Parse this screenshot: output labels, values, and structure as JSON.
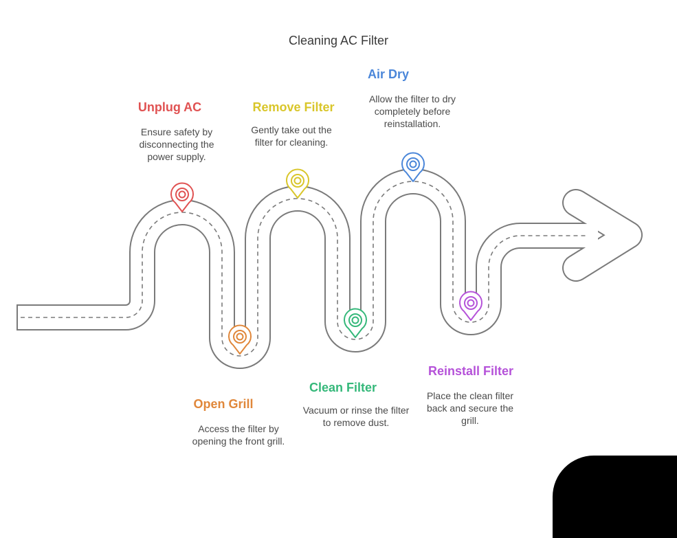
{
  "title": "Cleaning AC Filter",
  "colors": {
    "road_stroke": "#7a7a7a",
    "unplug": "#e05252",
    "grill": "#e0873a",
    "remove": "#d9c62a",
    "clean": "#35b87a",
    "dry": "#4a86d9",
    "reinstall": "#b552d9"
  },
  "steps": [
    {
      "id": "unplug",
      "title": "Unplug AC",
      "description": "Ensure safety by disconnecting the power supply.",
      "color": "#e05252",
      "icon": "map-pin-icon"
    },
    {
      "id": "grill",
      "title": "Open Grill",
      "description": "Access the filter by opening the front grill.",
      "color": "#e0873a",
      "icon": "map-pin-icon"
    },
    {
      "id": "remove",
      "title": "Remove Filter",
      "description": "Gently take out the filter for cleaning.",
      "color": "#d9c62a",
      "icon": "map-pin-icon"
    },
    {
      "id": "clean",
      "title": "Clean Filter",
      "description": "Vacuum or rinse the filter to remove dust.",
      "color": "#35b87a",
      "icon": "map-pin-icon"
    },
    {
      "id": "dry",
      "title": "Air Dry",
      "description": "Allow the filter to dry completely before reinstallation.",
      "color": "#4a86d9",
      "icon": "map-pin-icon"
    },
    {
      "id": "reinstall",
      "title": "Reinstall Filter",
      "description": "Place the clean filter back and secure the grill.",
      "color": "#b552d9",
      "icon": "map-pin-icon"
    }
  ]
}
